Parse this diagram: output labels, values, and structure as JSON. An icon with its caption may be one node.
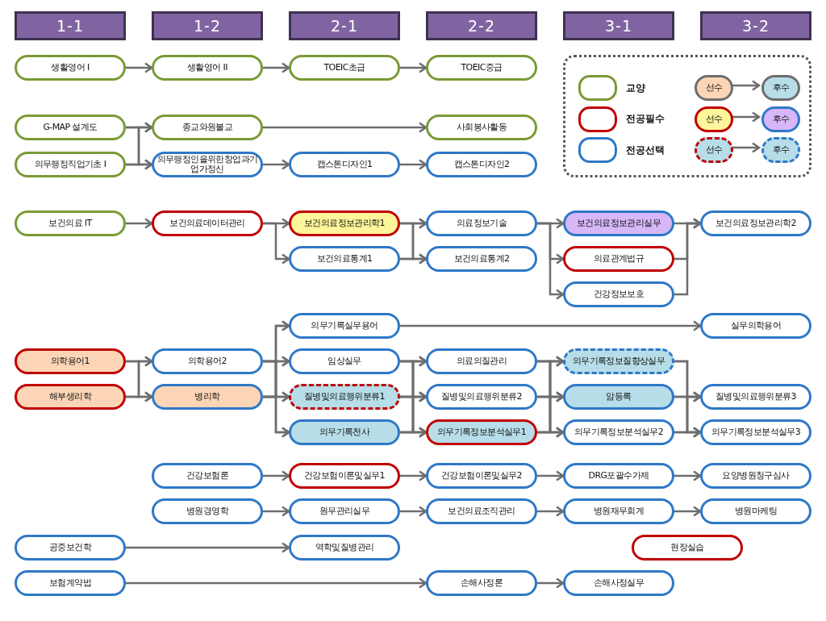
{
  "diagram": {
    "nodes": [
      {
        "text": [
          "1-1"
        ]
      },
      {
        "text": [
          "1-2"
        ]
      },
      {
        "text": [
          "2-1"
        ]
      },
      {
        "text": [
          "2-2"
        ]
      },
      {
        "text": [
          "3-1"
        ]
      },
      {
        "text": [
          "3-2"
        ]
      },
      {
        "text": [],
        "shape": "box"
      },
      {
        "text": [
          "선수"
        ],
        "in": 6
      },
      {
        "text": [
          "후수"
        ],
        "in": 6
      },
      {
        "text": [
          "선수"
        ],
        "in": 6
      },
      {
        "text": [
          "후수"
        ],
        "in": 6
      },
      {
        "text": [
          "선수"
        ],
        "in": 6
      },
      {
        "text": [
          "후수"
        ],
        "in": 6
      },
      {
        "text": [
          "생활영어 I"
        ]
      },
      {
        "text": [
          "생활영어 II"
        ]
      },
      {
        "text": [
          "TOEIC초급"
        ]
      },
      {
        "text": [
          "TOEIC중급"
        ]
      },
      {
        "text": [
          "G-MAP 설계도"
        ]
      },
      {
        "text": [
          "종교와원불교"
        ]
      },
      {
        "text": [
          "사회봉사활동"
        ]
      },
      {
        "text": [
          "의무행정직업기초 I"
        ]
      },
      {
        "text": [
          "의무행정인을위한창업과기업가정신"
        ]
      },
      {
        "text": [
          "캡스톤디자인1"
        ]
      },
      {
        "text": [
          "캡스톤디자인2"
        ]
      },
      {
        "text": [
          "보건의료 IT"
        ]
      },
      {
        "text": [
          "보건의료데이터관리"
        ]
      },
      {
        "text": [
          "보건의료정보관리학1"
        ]
      },
      {
        "text": [
          "의료정보기술"
        ]
      },
      {
        "text": [
          "보건의료정보관리실무"
        ]
      },
      {
        "text": [
          "보건의료정보관리학2"
        ]
      },
      {
        "text": [
          "보건의료통계1"
        ]
      },
      {
        "text": [
          "보건의료통계2"
        ]
      },
      {
        "text": [
          "의료관계법규"
        ]
      },
      {
        "text": [
          "건강정보보호"
        ]
      },
      {
        "text": [
          "의무기록실무용어"
        ]
      },
      {
        "text": [
          "실무의학용어"
        ]
      },
      {
        "text": [
          "의학용어1"
        ]
      },
      {
        "text": [
          "의학용어2"
        ]
      },
      {
        "text": [
          "임상실무"
        ]
      },
      {
        "text": [
          "의료의질관리"
        ]
      },
      {
        "text": [
          "의무기록정보질향상실무"
        ]
      },
      {
        "text": [
          "해부생리학"
        ]
      },
      {
        "text": [
          "병리학"
        ]
      },
      {
        "text": [
          "질병및의료행위분류1"
        ]
      },
      {
        "text": [
          "질병및의료행위분류2"
        ]
      },
      {
        "text": [
          "암등록"
        ]
      },
      {
        "text": [
          "질병및의료행위분류3"
        ]
      },
      {
        "text": [
          "의무기록전사"
        ]
      },
      {
        "text": [
          "의무기록정보분석실무1"
        ]
      },
      {
        "text": [
          "의무기록정보분석실무2"
        ]
      },
      {
        "text": [
          "의무기록정보분석실무3"
        ]
      },
      {
        "text": [
          "건강보험론"
        ]
      },
      {
        "text": [
          "건강보험이론및실무1"
        ]
      },
      {
        "text": [
          "건강보험이론및실무2"
        ]
      },
      {
        "text": [
          "DRG포괄수가제"
        ]
      },
      {
        "text": [
          "요양병원청구심사"
        ]
      },
      {
        "text": [
          "병원경영학"
        ]
      },
      {
        "text": [
          "원무관리실무"
        ]
      },
      {
        "text": [
          "보건의료조직관리"
        ]
      },
      {
        "text": [
          "병원재무회계"
        ]
      },
      {
        "text": [
          "병원마케팅"
        ]
      },
      {
        "text": [
          "공중보건학"
        ]
      },
      {
        "text": [
          "역학및질병관리"
        ]
      },
      {
        "text": [
          "현장실습"
        ]
      },
      {
        "text": [
          "보험계약법"
        ]
      },
      {
        "text": [
          "손해사정론"
        ]
      },
      {
        "text": [
          "손해사정실무"
        ]
      }
    ],
    "edges": [
      {
        "from": 7,
        "to": 8,
        "arrow": "to"
      },
      {
        "from": 9,
        "to": 10,
        "arrow": "to"
      },
      {
        "from": 11,
        "to": 12,
        "arrow": "to"
      },
      {
        "from": 13,
        "to": 14,
        "arrow": "to"
      },
      {
        "from": 14,
        "to": 15,
        "arrow": "to"
      },
      {
        "from": 15,
        "to": 16,
        "arrow": "to"
      },
      {
        "from": 17,
        "to": 18,
        "arrow": "to"
      },
      {
        "from": 17,
        "to": 21,
        "arrow": "to"
      },
      {
        "from": 20,
        "to": 18,
        "arrow": "to"
      },
      {
        "from": 20,
        "to": 21,
        "arrow": "to"
      },
      {
        "from": 18,
        "to": 19,
        "arrow": "to"
      },
      {
        "from": 21,
        "to": 22,
        "arrow": "to"
      },
      {
        "from": 22,
        "to": 23,
        "arrow": "to"
      },
      {
        "from": 24,
        "to": 25,
        "arrow": "to"
      },
      {
        "from": 25,
        "to": 26,
        "arrow": "to"
      },
      {
        "from": 25,
        "to": 30,
        "arrow": "to"
      },
      {
        "from": 26,
        "to": 27,
        "arrow": "to"
      },
      {
        "from": 26,
        "to": 31,
        "arrow": "to"
      },
      {
        "from": 30,
        "to": 27,
        "arrow": "to"
      },
      {
        "from": 30,
        "to": 31,
        "arrow": "to"
      },
      {
        "from": 27,
        "to": 28,
        "arrow": "to"
      },
      {
        "from": 27,
        "to": 32,
        "arrow": "to"
      },
      {
        "from": 27,
        "to": 33,
        "arrow": "to"
      },
      {
        "from": 28,
        "to": 29,
        "arrow": "to"
      },
      {
        "from": 32,
        "to": 29,
        "arrow": "to"
      },
      {
        "from": 33,
        "to": 29,
        "arrow": "to"
      },
      {
        "from": 36,
        "to": 37,
        "arrow": "to"
      },
      {
        "from": 36,
        "to": 42,
        "arrow": "to"
      },
      {
        "from": 41,
        "to": 37,
        "arrow": "to"
      },
      {
        "from": 41,
        "to": 42,
        "arrow": "to"
      },
      {
        "from": 37,
        "to": 34,
        "arrow": "to"
      },
      {
        "from": 37,
        "to": 38,
        "arrow": "to"
      },
      {
        "from": 37,
        "to": 43,
        "arrow": "to"
      },
      {
        "from": 37,
        "to": 47,
        "arrow": "to"
      },
      {
        "from": 42,
        "to": 34,
        "arrow": "to"
      },
      {
        "from": 42,
        "to": 38,
        "arrow": "to"
      },
      {
        "from": 42,
        "to": 43,
        "arrow": "to"
      },
      {
        "from": 42,
        "to": 47,
        "arrow": "to"
      },
      {
        "from": 34,
        "to": 35,
        "arrow": "to"
      },
      {
        "from": 38,
        "to": 39,
        "arrow": "to"
      },
      {
        "from": 38,
        "to": 44,
        "arrow": "to"
      },
      {
        "from": 38,
        "to": 48,
        "arrow": "to"
      },
      {
        "from": 43,
        "to": 39,
        "arrow": "to"
      },
      {
        "from": 43,
        "to": 44,
        "arrow": "to"
      },
      {
        "from": 43,
        "to": 48,
        "arrow": "to"
      },
      {
        "from": 47,
        "to": 39,
        "arrow": "to"
      },
      {
        "from": 47,
        "to": 44,
        "arrow": "to"
      },
      {
        "from": 47,
        "to": 48,
        "arrow": "to"
      },
      {
        "from": 39,
        "to": 40,
        "arrow": "to"
      },
      {
        "from": 39,
        "to": 45,
        "arrow": "to"
      },
      {
        "from": 39,
        "to": 49,
        "arrow": "to"
      },
      {
        "from": 44,
        "to": 40,
        "arrow": "to"
      },
      {
        "from": 44,
        "to": 45,
        "arrow": "to"
      },
      {
        "from": 44,
        "to": 49,
        "arrow": "to"
      },
      {
        "from": 48,
        "to": 40,
        "arrow": "to"
      },
      {
        "from": 48,
        "to": 45,
        "arrow": "to"
      },
      {
        "from": 48,
        "to": 49,
        "arrow": "to"
      },
      {
        "from": 40,
        "to": 46,
        "arrow": "to"
      },
      {
        "from": 40,
        "to": 50,
        "arrow": "to"
      },
      {
        "from": 45,
        "to": 46,
        "arrow": "to"
      },
      {
        "from": 45,
        "to": 50,
        "arrow": "to"
      },
      {
        "from": 49,
        "to": 46,
        "arrow": "to"
      },
      {
        "from": 49,
        "to": 50,
        "arrow": "to"
      },
      {
        "from": 51,
        "to": 52,
        "arrow": "to"
      },
      {
        "from": 52,
        "to": 53,
        "arrow": "to"
      },
      {
        "from": 53,
        "to": 54,
        "arrow": "to"
      },
      {
        "from": 54,
        "to": 55,
        "arrow": "to"
      },
      {
        "from": 56,
        "to": 57,
        "arrow": "to"
      },
      {
        "from": 57,
        "to": 58,
        "arrow": "to"
      },
      {
        "from": 58,
        "to": 59,
        "arrow": "to"
      },
      {
        "from": 59,
        "to": 60,
        "arrow": "to"
      },
      {
        "from": 61,
        "to": 62,
        "arrow": "to"
      },
      {
        "from": 64,
        "to": 65,
        "arrow": "to"
      },
      {
        "from": 65,
        "to": 66,
        "arrow": "to"
      }
    ],
    "legend": [
      {
        "text": "교양",
        "color": "#7a9a35"
      },
      {
        "text": "전공필수",
        "color": "#c00000"
      },
      {
        "text": "전공선택",
        "color": "#2e78c8"
      }
    ]
  }
}
